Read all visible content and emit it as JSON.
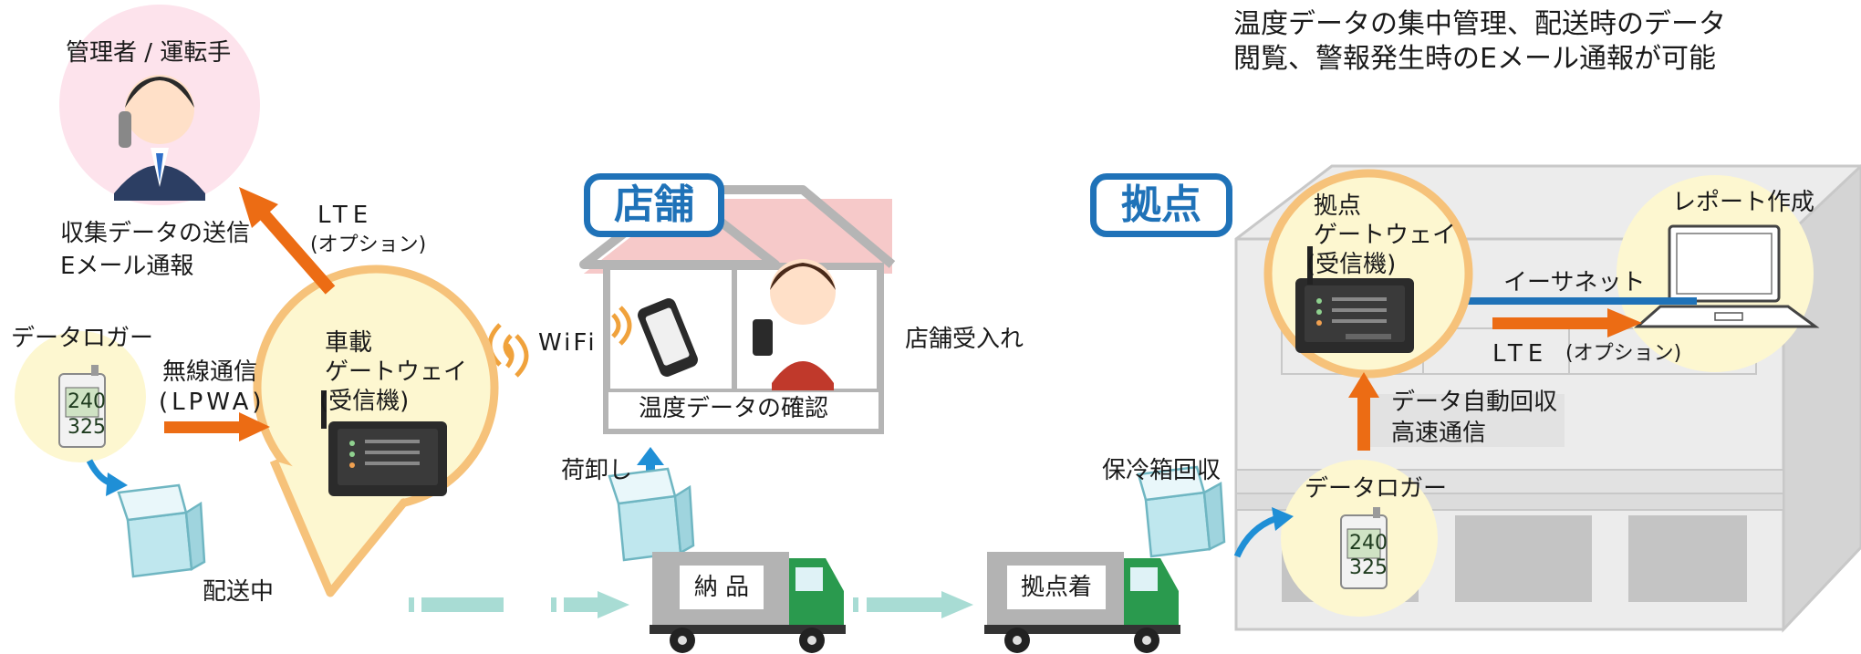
{
  "colors": {
    "accent_orange": "#ec6c14",
    "accent_blue": "#1f72b8",
    "gateway_ring": "#f6c27a",
    "truck_green": "#2a9a4e"
  },
  "top_note": {
    "line1": "温度データの集中管理、配送時のデータ",
    "line2": "閲覧、警報発生時のEメール通報が可能"
  },
  "manager": {
    "label": "管理者 / 運転手",
    "send_line1": "収集データの送信",
    "send_line2": "Eメール通報"
  },
  "lte_left": {
    "label": "LTE",
    "option": "(オプション)"
  },
  "logger_left": {
    "label": "データロガー",
    "reading1": "240",
    "reading2": "325"
  },
  "wireless": {
    "label": "無線通信",
    "sub": "(LPWA)"
  },
  "vehicle_gateway": {
    "line1": "車載",
    "line2": "ゲートウェイ",
    "line3": "(受信機)"
  },
  "wifi": {
    "label": "WiFi"
  },
  "store": {
    "badge": "店舗",
    "check": "温度データの確認",
    "receive": "店舗受入れ"
  },
  "unload": {
    "label": "荷卸し"
  },
  "delivering": {
    "label": "配送中"
  },
  "truck_store": {
    "label": "納 品"
  },
  "truck_base": {
    "label": "拠点着"
  },
  "cooler_collect": {
    "label": "保冷箱回収"
  },
  "base": {
    "badge": "拠点"
  },
  "base_gateway": {
    "line1": "拠点",
    "line2": "ゲートウェイ",
    "line3": "(受信機)"
  },
  "report": {
    "label": "レポート作成"
  },
  "ethernet": {
    "label": "イーサネット"
  },
  "lte_right": {
    "label": "LTE",
    "option": "(オプション)"
  },
  "auto_collect": {
    "line1": "データ自動回収",
    "line2": "高速通信"
  },
  "logger_right": {
    "label": "データロガー",
    "reading1": "240",
    "reading2": "325"
  },
  "icons": [
    "manager-person-icon",
    "data-logger-icon",
    "cooler-box-icon",
    "gateway-device-icon",
    "wifi-signal-icon",
    "smartphone-icon",
    "store-clerk-icon",
    "delivery-truck-icon",
    "laptop-icon",
    "warehouse-building-icon"
  ]
}
